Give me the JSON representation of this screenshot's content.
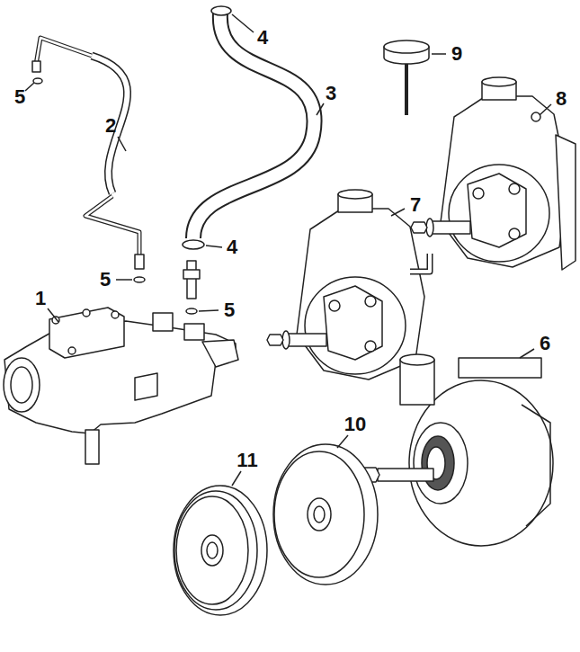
{
  "diagram": {
    "labels": [
      "4",
      "9",
      "5",
      "3",
      "8",
      "2",
      "7",
      "4",
      "5",
      "5",
      "1",
      "6",
      "10",
      "11"
    ]
  }
}
